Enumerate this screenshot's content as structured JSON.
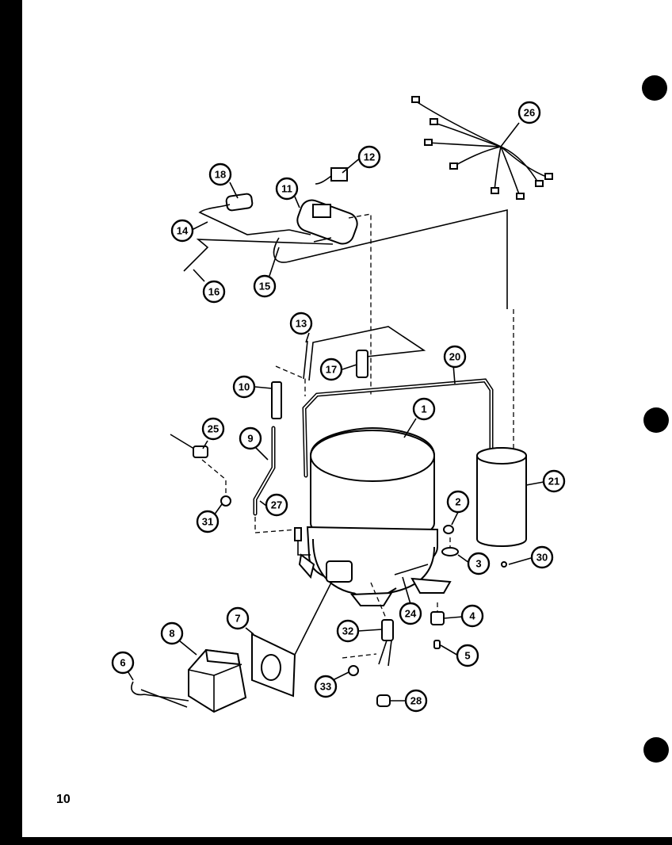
{
  "page_number": "10",
  "callouts": {
    "c1": "1",
    "c2": "2",
    "c3": "3",
    "c4": "4",
    "c5": "5",
    "c6": "6",
    "c7": "7",
    "c8": "8",
    "c9": "9",
    "c10": "10",
    "c11": "11",
    "c12": "12",
    "c13": "13",
    "c14": "14",
    "c15": "15",
    "c16": "16",
    "c17": "17",
    "c18": "18",
    "c20": "20",
    "c21": "21",
    "c24": "24",
    "c25": "25",
    "c26": "26",
    "c27": "27",
    "c28": "28",
    "c30": "30",
    "c31": "31",
    "c32": "32",
    "c33": "33"
  }
}
